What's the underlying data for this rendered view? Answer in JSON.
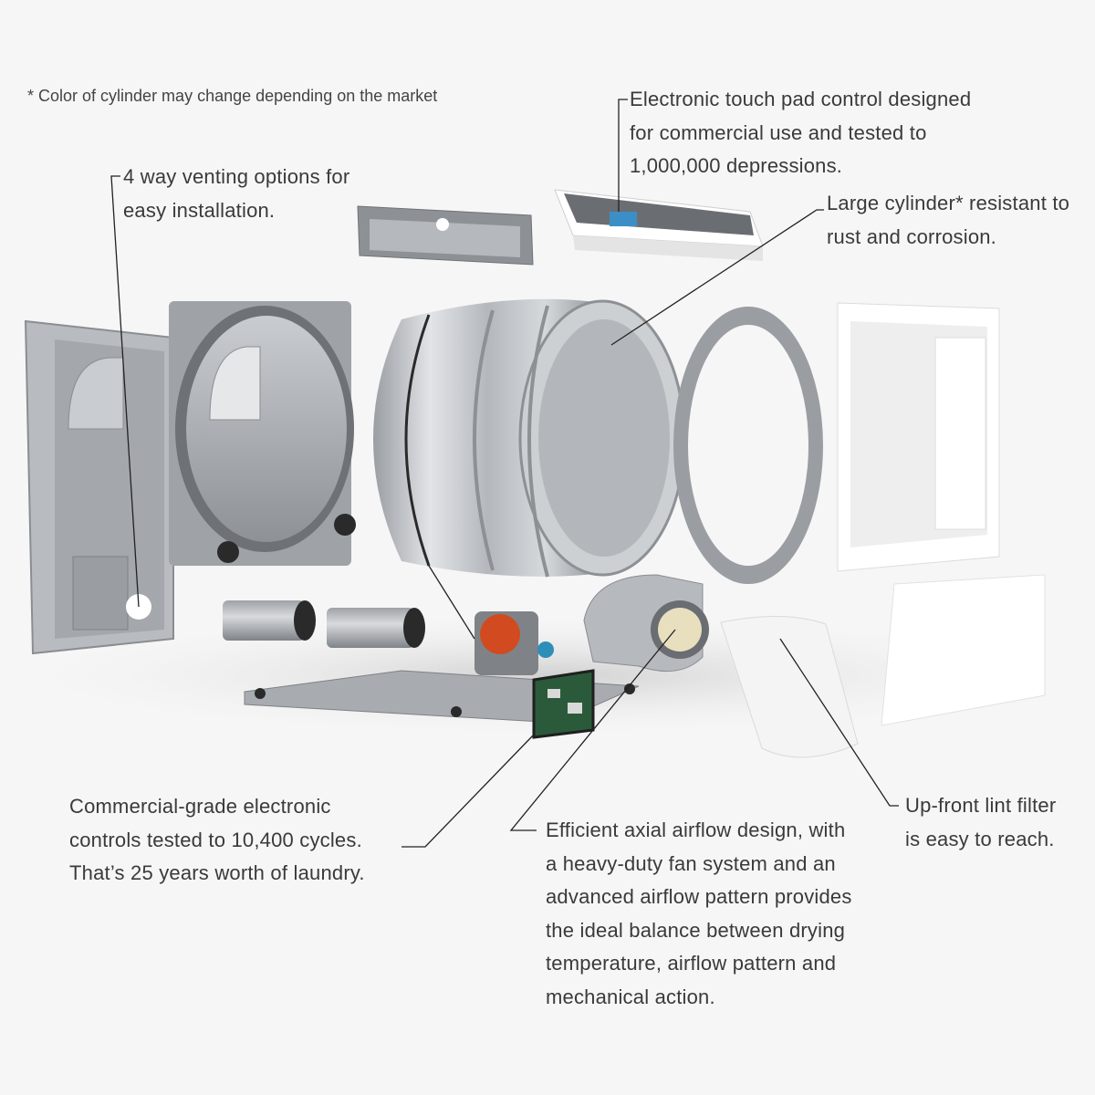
{
  "note": "* Color of cylinder may change depending on the market",
  "callouts": {
    "touch_pad": [
      "Electronic touch pad control designed",
      "for commercial use and tested to",
      "1,000,000 depressions."
    ],
    "venting": [
      "4 way venting options for",
      "easy installation."
    ],
    "cylinder": [
      "Large cylinder* resistant to",
      "rust and corrosion."
    ],
    "controls": [
      "Commercial-grade electronic",
      "controls tested to 10,400 cycles.",
      "That’s 25 years worth of laundry."
    ],
    "airflow": [
      "Efficient axial airflow design, with",
      "a heavy-duty fan system and an",
      "advanced airflow pattern provides",
      "the ideal balance between drying",
      "temperature, airflow pattern and",
      "mechanical action."
    ],
    "lint_filter": [
      "Up-front lint filter",
      "is easy to reach."
    ]
  }
}
